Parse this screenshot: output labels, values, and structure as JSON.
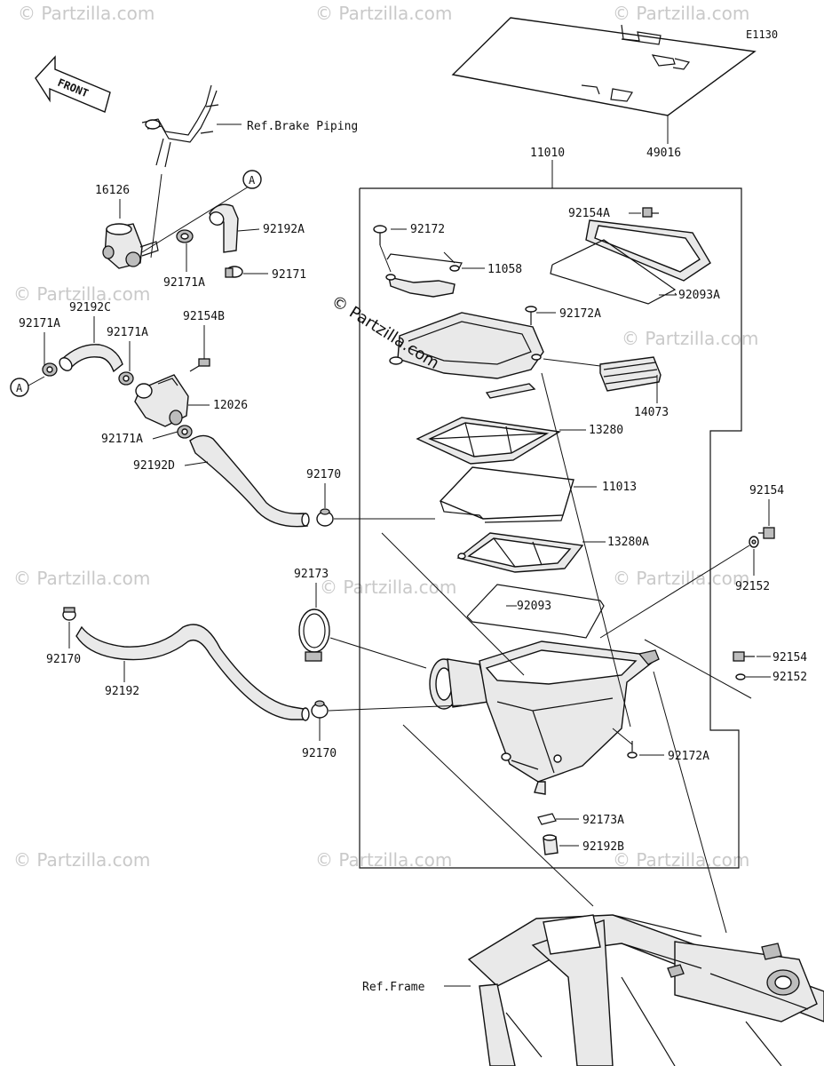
{
  "diagram_code": "E1130",
  "front_arrow_label": "FRONT",
  "copyright_label": "© Partzilla.com",
  "watermark_text": "© Partzilla.com",
  "ref_labels": {
    "brake_piping": "Ref.Brake Piping",
    "frame": "Ref.Frame"
  },
  "callout_marker": "A",
  "parts": {
    "p49016": "49016",
    "p11010": "11010",
    "p16126": "16126",
    "p92192A": "92192A",
    "p92171A_top": "92171A",
    "p92171": "92171",
    "p92172_top": "92172",
    "p11058": "11058",
    "p92154A": "92154A",
    "p92093A": "92093A",
    "p92172A_top": "92172A",
    "p14073": "14073",
    "p92171A_left": "92171A",
    "p92192C": "92192C",
    "p92171A_mid": "92171A",
    "p92154B": "92154B",
    "p12026": "12026",
    "p92171A_low": "92171A",
    "p92192D": "92192D",
    "p13280": "13280",
    "p92170_top": "92170",
    "p11013": "11013",
    "p92154_right": "92154",
    "p13280A": "13280A",
    "p92152_right": "92152",
    "p92173": "92173",
    "p92093": "92093",
    "p92170_left": "92170",
    "p92154_low": "92154",
    "p92152_low": "92152",
    "p92192": "92192",
    "p92170_bottom": "92170",
    "p92172A_bottom": "92172A",
    "p92173A": "92173A",
    "p92192B": "92192B"
  }
}
